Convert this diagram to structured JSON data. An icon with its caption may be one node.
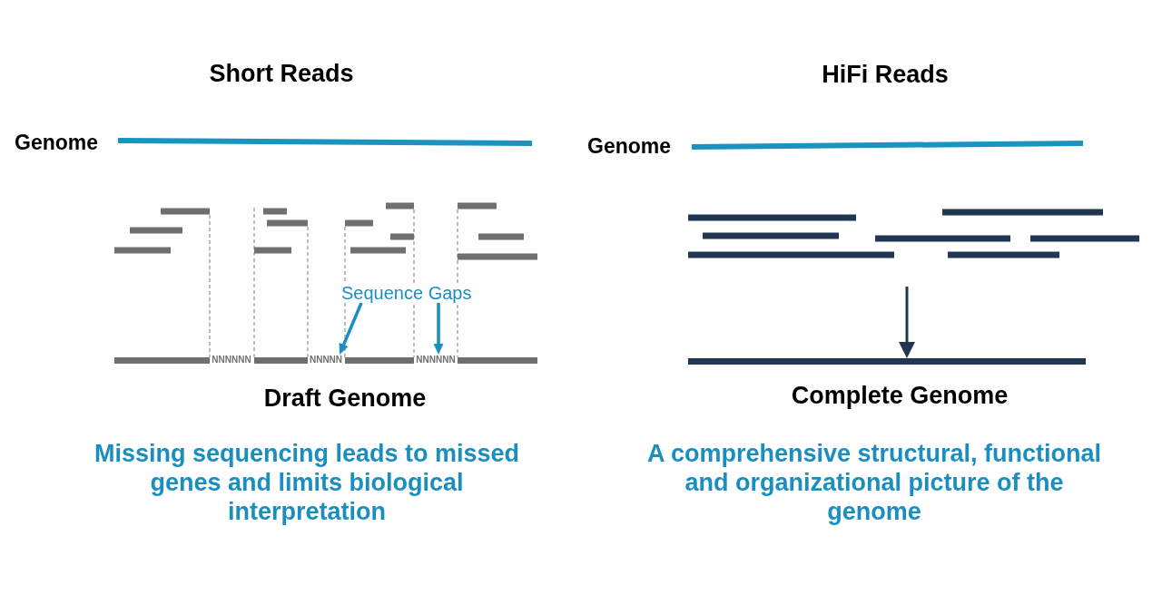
{
  "diagram": {
    "nodes": [
      {
        "text": [
          "Sequence Gaps"
        ]
      },
      {
        "text": [
          "NNNNNN"
        ]
      },
      {
        "text": [
          "NNNNN"
        ]
      },
      {
        "text": [
          "NNNNNN"
        ]
      },
      {
        "text": [],
        "shape": "bar",
        "beside": [
          "Complete Genome"
        ]
      }
    ],
    "edges": [
      {
        "from": 0,
        "to": 2,
        "arrow": "to"
      },
      {
        "from": 0,
        "to": 3,
        "arrow": "to"
      },
      {
        "from": null,
        "to": 4,
        "arrow": "to",
        "color": "#213652"
      }
    ],
    "labels": [
      "Short Reads",
      "Genome",
      "Draft Genome",
      "Missing sequencing leads to missed genes and limits biological interpretation",
      "HiFi Reads",
      "Genome",
      "A comprehensive structural, functional and organizational picture of the genome"
    ]
  }
}
